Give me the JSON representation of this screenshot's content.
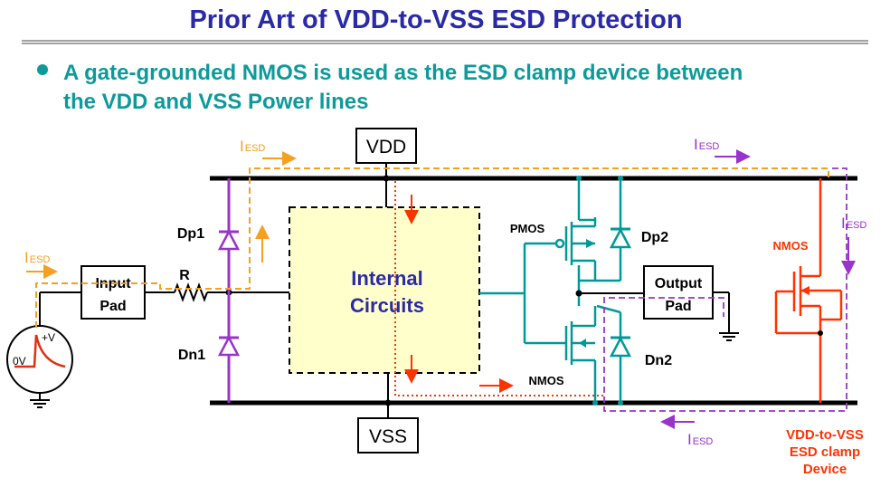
{
  "title": "Prior Art of VDD-to-VSS ESD Protection",
  "bullet_line1": "A gate-grounded NMOS is used as the ESD clamp device between",
  "bullet_line2": "the VDD and VSS Power lines",
  "nodes": {
    "vdd": "VDD",
    "vss": "VSS",
    "input_pad_line1": "Input",
    "input_pad_line2": "Pad",
    "output_pad_line1": "Output",
    "output_pad_line2": "Pad",
    "internal_line1": "Internal",
    "internal_line2": "Circuits",
    "resistor": "R",
    "dp1": "Dp1",
    "dn1": "Dn1",
    "dp2": "Dp2",
    "dn2": "Dn2",
    "pmos": "PMOS",
    "nmos_inv": "NMOS",
    "nmos_clamp": "NMOS",
    "zero_v": "0V",
    "plus_v": "+V"
  },
  "current_label": {
    "main": "I",
    "sub": "ESD"
  },
  "clamp_label": [
    "VDD-to-VSS",
    "ESD clamp",
    "Device"
  ],
  "colors": {
    "title": "#2a2aa8",
    "bullet": "#0d9a9a",
    "diode": "#9933cc",
    "mosfet": "#009999",
    "clamp": "#ff3300",
    "esd_path": "#f5a020",
    "internal_fill": "#ffffcc",
    "internal_text": "#2a2aa8"
  }
}
